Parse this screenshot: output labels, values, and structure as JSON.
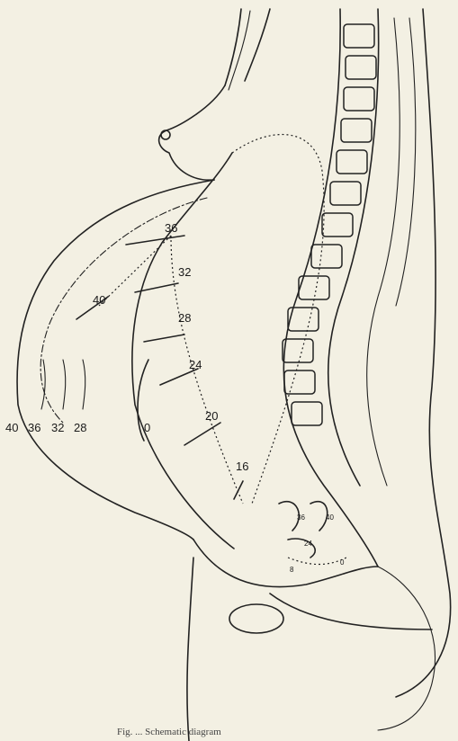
{
  "figure": {
    "caption": "Fig. ... Schematic diagram",
    "fundal_height_labels": [
      {
        "text": "36"
      },
      {
        "text": "32"
      },
      {
        "text": "28"
      },
      {
        "text": "40"
      },
      {
        "text": "24"
      },
      {
        "text": "20"
      },
      {
        "text": "16"
      }
    ],
    "abdomen_profile_labels": [
      {
        "text": "40"
      },
      {
        "text": "36"
      },
      {
        "text": "32"
      },
      {
        "text": "28"
      },
      {
        "text": "0"
      }
    ],
    "head_position_labels": [
      {
        "text": "36"
      },
      {
        "text": "40"
      },
      {
        "text": "24"
      },
      {
        "text": "8"
      },
      {
        "text": "0"
      }
    ]
  }
}
